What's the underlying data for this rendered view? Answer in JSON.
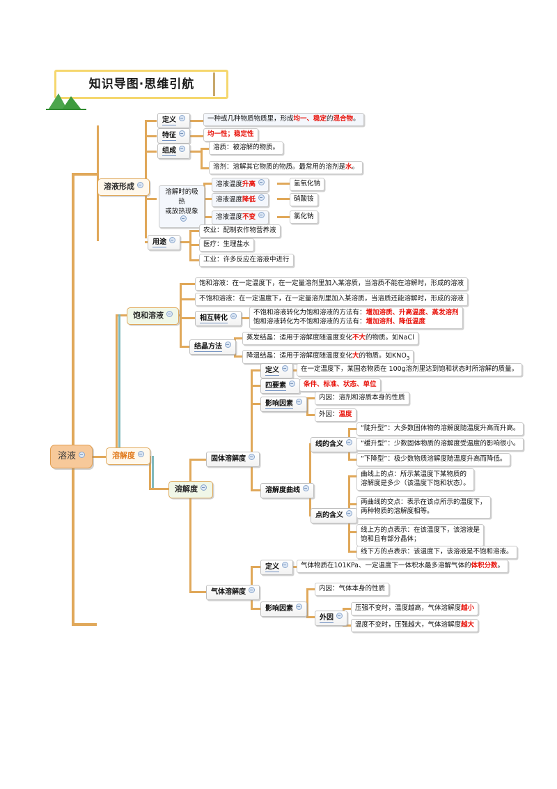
{
  "header": {
    "title": "知识导图·思维引航",
    "icon": "mountain-icon"
  },
  "root": {
    "label": "溶液"
  },
  "branches": {
    "formation": {
      "label": "溶液形成"
    },
    "solubility": {
      "label": "溶解度"
    }
  },
  "formation": {
    "definition": {
      "label": "定义",
      "text_a": "一种或几种物质物质里，形成",
      "hot_a": "均一、稳定",
      "text_b": "的",
      "hot_b": "混合物",
      "text_c": "。"
    },
    "feature": {
      "label": "特征",
      "text": "均一性；稳定性"
    },
    "composition": {
      "label": "组成",
      "items": [
        {
          "text": "溶质：被溶解的物质。"
        },
        {
          "text_a": "溶剂：溶解其它物质的物质。最常用的溶剂是",
          "hot": "水",
          "text_b": "。"
        }
      ]
    },
    "heat": {
      "label": "溶解时的吸热\n或放热现象",
      "rows": [
        {
          "text_a": "溶液温度",
          "hot": "升高",
          "example": "氢氧化钠"
        },
        {
          "text_a": "溶液温度",
          "hot": "降低",
          "example": "硝酸铵"
        },
        {
          "text_a": "溶液温度",
          "hot": "不变",
          "example": "氯化钠"
        }
      ]
    },
    "usage": {
      "label": "用途",
      "items": [
        "农业：配制农作物营养液",
        "医疗：生理盐水",
        "工业：许多反应在溶液中进行"
      ]
    }
  },
  "saturated": {
    "label": "饱和溶液",
    "definitions": [
      "饱和溶液：在一定温度下，在一定量溶剂里加入某溶质，当溶质不能在溶解时，形成的溶液",
      "不饱和溶液：在一定温度下，在一定量溶剂里加入某溶质，当溶质还能溶解时，形成的溶液"
    ],
    "conversion": {
      "label": "相互转化",
      "line1_a": "不饱和溶液转化为饱和溶液的方法有：",
      "line1_hot": "增加溶质、升高温度、蒸发溶剂",
      "line2_a": "饱和溶液转化为不饱和溶液的方法有：",
      "line2_hot": "增加溶剂、降低温度"
    },
    "crystallization": {
      "label": "结晶方法",
      "items": [
        {
          "text_a": "蒸发结晶：适用于溶解度随温度变化",
          "hot": "不大",
          "text_b": "的物质。如NaCl"
        },
        {
          "text_a": "降温结晶：适用于溶解度随温度变化",
          "hot": "大",
          "text_b": "的物质。如KNO",
          "sub": "3"
        }
      ]
    }
  },
  "solubility_branch": {
    "label": "溶解度",
    "solid": {
      "label": "固体溶解度",
      "definition": {
        "label": "定义",
        "text": "在一定温度下，某固态物质在 100g溶剂里达到饱和状态时所溶解的质量。"
      },
      "four_elements": {
        "label": "四要素",
        "text": "条件、标准、状态、单位"
      },
      "factors": {
        "label": "影响因素",
        "internal": "内因：溶剂和溶质本身的性质",
        "external_a": "外因：",
        "external_hot": "温度"
      },
      "curve": {
        "label": "溶解度曲线",
        "line_meaning": {
          "label": "线的含义",
          "items": [
            "“陡升型”：大多数固体物的溶解度随温度升高而升高。",
            "“缓升型”：少数固体物质的溶解度受温度的影响很小。",
            "“下降型”：极少数物质溶解度随温度升高而降低。"
          ]
        },
        "point_meaning": {
          "label": "点的含义",
          "items": [
            "曲线上的点：所示某温度下某物质的\n溶解度是多少（该温度下饱和状态）。",
            "两曲线的交点：表示在该点所示的温度下，\n两种物质的溶解度相等。",
            "线上方的点表示：在该温度下，该溶液是\n饱和且有部分晶体；",
            "线下方的点表示：该温度下，该溶液是不饱和溶液。"
          ]
        }
      }
    },
    "gas": {
      "label": "气体溶解度",
      "definition": {
        "label": "定义",
        "text_a": "气体物质在101KPa、一定温度下一体积水最多溶解气体的",
        "hot": "体积分数",
        "text_b": "。"
      },
      "factors": {
        "label": "影响因素",
        "internal": "内因：气体本身的性质",
        "external": {
          "label": "外因",
          "items": [
            {
              "text_a": "压强不变时，温度越高，气体溶解度",
              "hot": "越小"
            },
            {
              "text_a": "温度不变时，压强越大，气体溶解度",
              "hot": "越大"
            }
          ]
        }
      }
    }
  }
}
